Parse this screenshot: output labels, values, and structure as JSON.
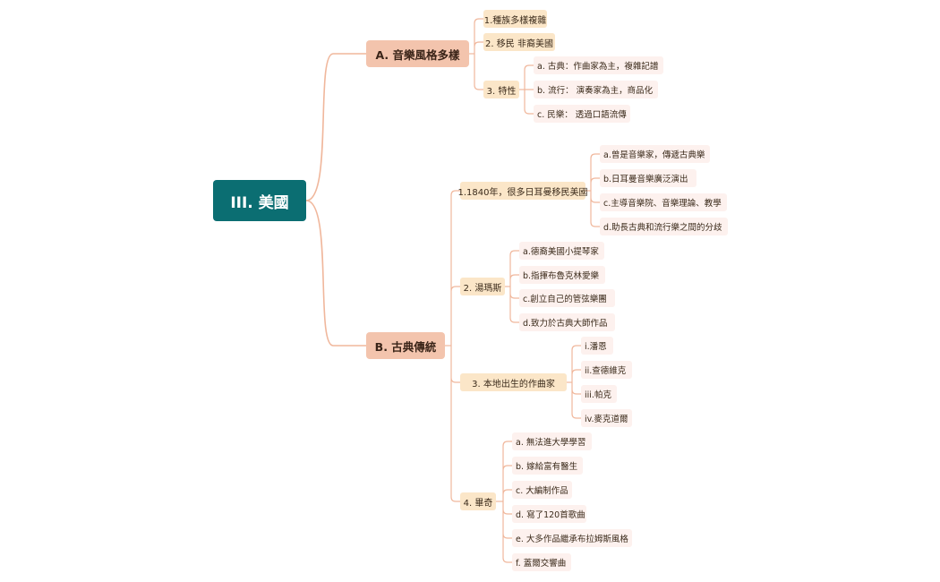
{
  "colors": {
    "root_bg": "#0b6e72",
    "main_bg": "#f3c4ad",
    "sub_bg": "#fbe6c8",
    "leaf_bg": "#fdf1ee",
    "line": "#f0b79c"
  },
  "root": "III. 美國",
  "branch_a": {
    "label": "A. 音樂風格多樣",
    "items": [
      {
        "label": "1.種族多樣複雜"
      },
      {
        "label": "2. 移民 非裔美國"
      },
      {
        "label": "3. 特性",
        "children": [
          "a. 古典：作曲家為主，複雜記譜",
          "b. 流行： 演奏家為主，商品化",
          "c. 民樂： 透過口語流傳"
        ]
      }
    ]
  },
  "branch_b": {
    "label": "B. 古典傳統",
    "items": [
      {
        "label": "1.1840年，很多日耳曼移民美國",
        "children": [
          "a.曾是音樂家，傳遞古典樂",
          "b.日耳曼音樂廣泛演出",
          "c.主導音樂院、音樂理論、教學",
          "d.助長古典和流行樂之間的分歧"
        ]
      },
      {
        "label": "2. 湯瑪斯",
        "children": [
          "a.德裔美國小提琴家",
          "b.指揮布魯克林愛樂",
          "c.創立自己的管弦樂團",
          "d.致力於古典大師作品"
        ]
      },
      {
        "label": "3. 本地出生的作曲家",
        "children": [
          "i.潘恩",
          "ii.查德維克",
          "iii.帕克",
          "iv.麥克道爾"
        ]
      },
      {
        "label": "4. 畢奇",
        "children": [
          "a. 無法進大學學習",
          "b. 嫁給富有醫生",
          "c. 大編制作品",
          "d. 寫了120首歌曲",
          "e. 大多作品繼承布拉姆斯風格",
          "f. 蓋爾交響曲"
        ]
      }
    ]
  }
}
